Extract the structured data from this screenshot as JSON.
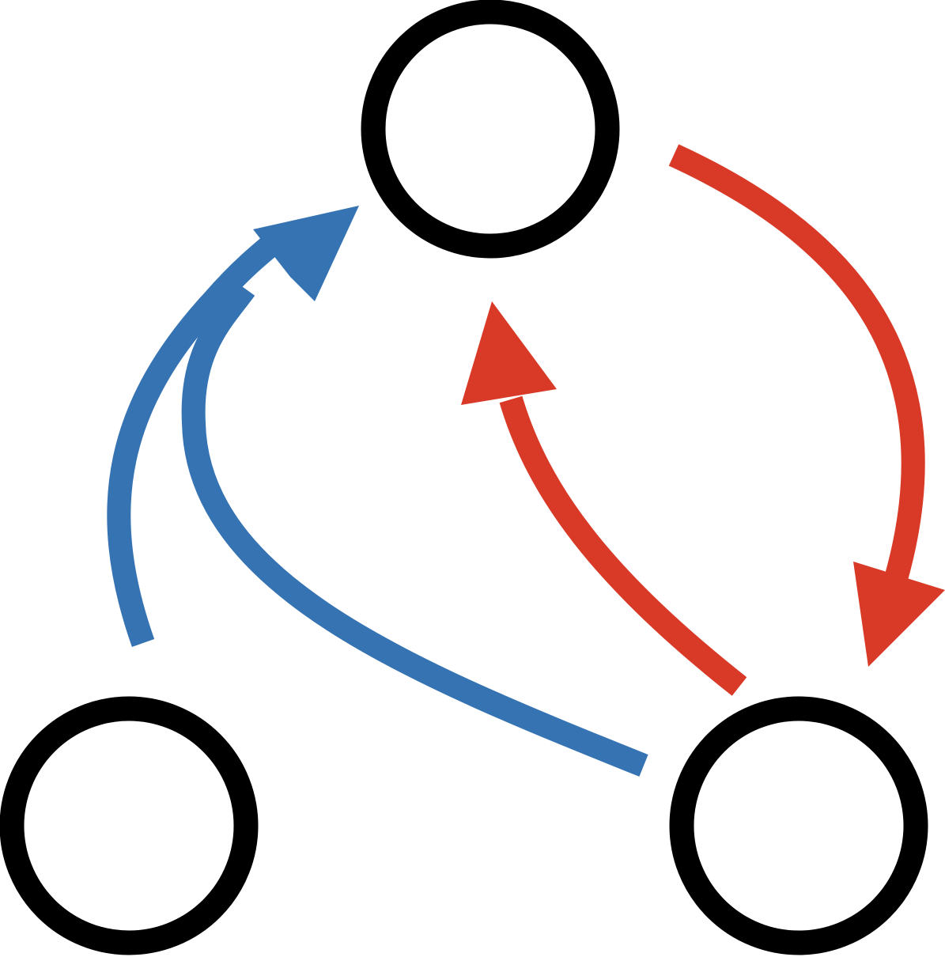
{
  "colors": {
    "node_stroke": "#000000",
    "background": "#ffffff",
    "blue_edge": "#3573B3",
    "red_edge": "#D93A27"
  },
  "nodes": [
    {
      "id": "top"
    },
    {
      "id": "bottom-left"
    },
    {
      "id": "bottom-right"
    }
  ],
  "edges": [
    {
      "id": "bottom-left-to-top",
      "from": "bottom-left",
      "to": "top",
      "color": "blue_edge"
    },
    {
      "id": "bottom-right-to-top-blue",
      "from": "bottom-right",
      "to": "top",
      "color": "blue_edge"
    },
    {
      "id": "top-to-bottom-right",
      "from": "top",
      "to": "bottom-right",
      "color": "red_edge"
    },
    {
      "id": "bottom-right-to-top-red",
      "from": "bottom-right",
      "to": "top",
      "color": "red_edge"
    }
  ]
}
